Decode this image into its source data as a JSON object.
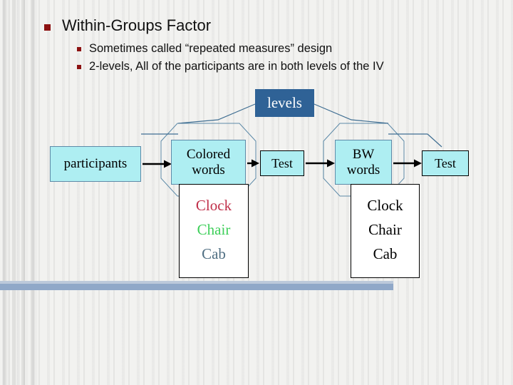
{
  "slide": {
    "title": "Within-Groups Factor",
    "bullets": [
      "Sometimes called “repeated measures” design",
      "2-levels, All of the participants are in both levels of the IV"
    ]
  },
  "diagram": {
    "levels_label": "levels",
    "nodes": {
      "participants": "participants",
      "colored_words": "Colored words",
      "test_1": "Test",
      "bw_words": "BW words",
      "test_2": "Test"
    },
    "colored_word_list": [
      {
        "text": "Clock",
        "color": "#c0304a"
      },
      {
        "text": "Chair",
        "color": "#3ecf5a"
      },
      {
        "text": "Cab",
        "color": "#4f6e82"
      }
    ],
    "bw_word_list": [
      {
        "text": "Clock",
        "color": "#000000"
      },
      {
        "text": "Chair",
        "color": "#000000"
      },
      {
        "text": "Cab",
        "color": "#000000"
      }
    ]
  },
  "theme": {
    "node_fill": "#aeeef2",
    "node_border": "#5d8aa8",
    "levels_fill": "#2f6296",
    "bullet_color": "#8c1111",
    "accent_bar": "#90a8c8",
    "background": "#f2f2f0"
  }
}
